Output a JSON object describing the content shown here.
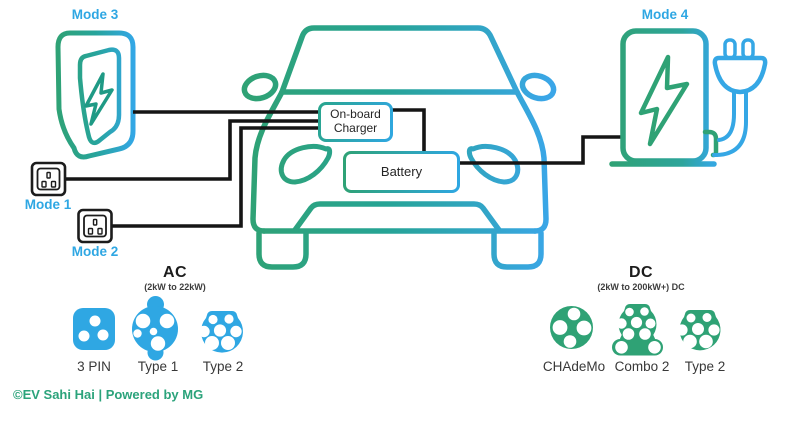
{
  "modes": {
    "mode1": "Mode 1",
    "mode2": "Mode 2",
    "mode3": "Mode 3",
    "mode4": "Mode 4"
  },
  "car": {
    "onboard_charger": "On-board Charger",
    "battery": "Battery"
  },
  "ac_group": {
    "title": "AC",
    "subtitle": "(2kW to 22kW)",
    "connectors": [
      "3 PIN",
      "Type 1",
      "Type 2"
    ]
  },
  "dc_group": {
    "title": "DC",
    "subtitle": "(2kW to 200kW+) DC",
    "connectors": [
      "CHAdeMo",
      "Combo 2",
      "Type 2"
    ]
  },
  "footer": "©EV Sahi Hai | Powered by MG",
  "colors": {
    "blue": "#2FA7E3",
    "green": "#2FA275",
    "wire": "#151515"
  }
}
